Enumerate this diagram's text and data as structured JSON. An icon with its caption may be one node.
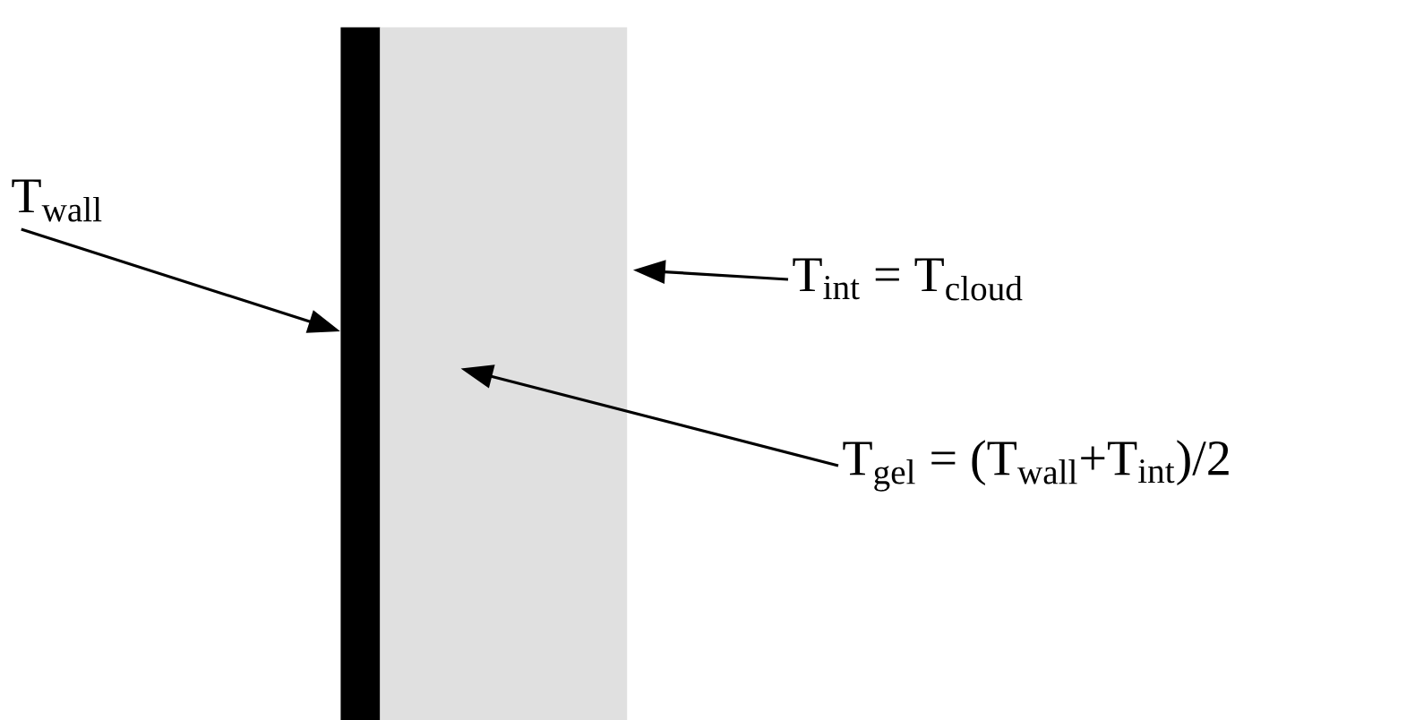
{
  "diagram": {
    "nodes": [
      {
        "text": [],
        "shape": "bar"
      },
      {
        "text": [],
        "shape": "box"
      },
      {
        "text": [
          "T$_{wall}$"
        ]
      },
      {
        "text": [
          "T$_{int}$ = T$_{cloud}$"
        ]
      },
      {
        "text": [
          "T$_{gel}$ = (T$_{wall}$+T$_{int}$)/2"
        ]
      }
    ],
    "edges": [
      {
        "from": 2,
        "to": 0,
        "arrow": "to"
      },
      {
        "from": 3,
        "to": 1,
        "arrow": "to"
      },
      {
        "from": 4,
        "to": 1,
        "arrow": "to"
      }
    ]
  }
}
